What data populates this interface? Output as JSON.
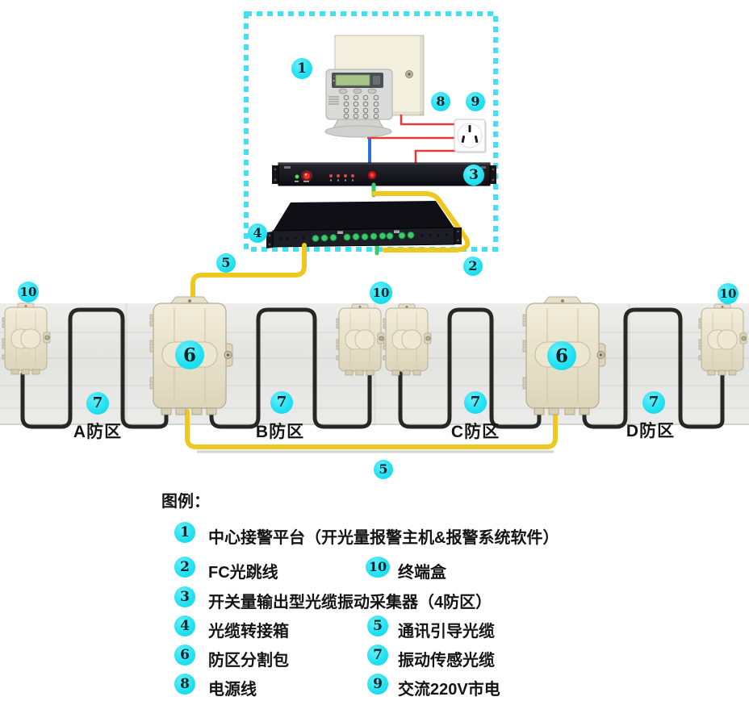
{
  "diagram": {
    "badge_numbers": {
      "n1": "1",
      "n2": "2",
      "n3": "3",
      "n4": "4",
      "n5": "5",
      "n6": "6",
      "n7": "7",
      "n8": "8",
      "n9": "9",
      "n10": "10"
    },
    "zone_labels": {
      "a": "A防区",
      "b": "B防区",
      "c": "C防区",
      "d": "D防区"
    },
    "icons": {
      "alarm-keypad-icon": "central alarm keypad with LCD",
      "equipment-panel-icon": "wall-mount metal panel",
      "power-outlet-icon": "AC wall socket",
      "collector-rack-icon": "1U black collector unit",
      "patch-box-rack-icon": "1U black fiber patch box",
      "zone-splitter-box-icon": "beige fiber splice closure",
      "terminal-box-icon": "small beige terminal closure"
    }
  },
  "legend": {
    "title": "图例：",
    "items": [
      {
        "num": "1",
        "label": "中心接警平台（开光量报警主机&报警系统软件）"
      },
      {
        "num": "2",
        "label": "FC光跳线"
      },
      {
        "num": "10",
        "label": "终端盒"
      },
      {
        "num": "3",
        "label": "开关量输出型光缆振动采集器（4防区）"
      },
      {
        "num": "4",
        "label": "光缆转接箱"
      },
      {
        "num": "5",
        "label": "通讯引导光缆"
      },
      {
        "num": "6",
        "label": "防区分割包"
      },
      {
        "num": "7",
        "label": "振动传感光缆"
      },
      {
        "num": "8",
        "label": "电源线"
      },
      {
        "num": "9",
        "label": "交流220V市电"
      }
    ]
  },
  "colors": {
    "badge_cyan": "#25e2f2",
    "dashed_border_cyan": "#44dff2",
    "cable_yellow": "#eec81e",
    "cable_black": "#272727",
    "cable_blue": "#2f6fe0",
    "wire_red": "#e23b3b",
    "connector_green": "#3bc96e",
    "device_black": "#17171d",
    "enclosure_beige": "#ece6d0",
    "wall_gray": "#e8e8e6"
  }
}
